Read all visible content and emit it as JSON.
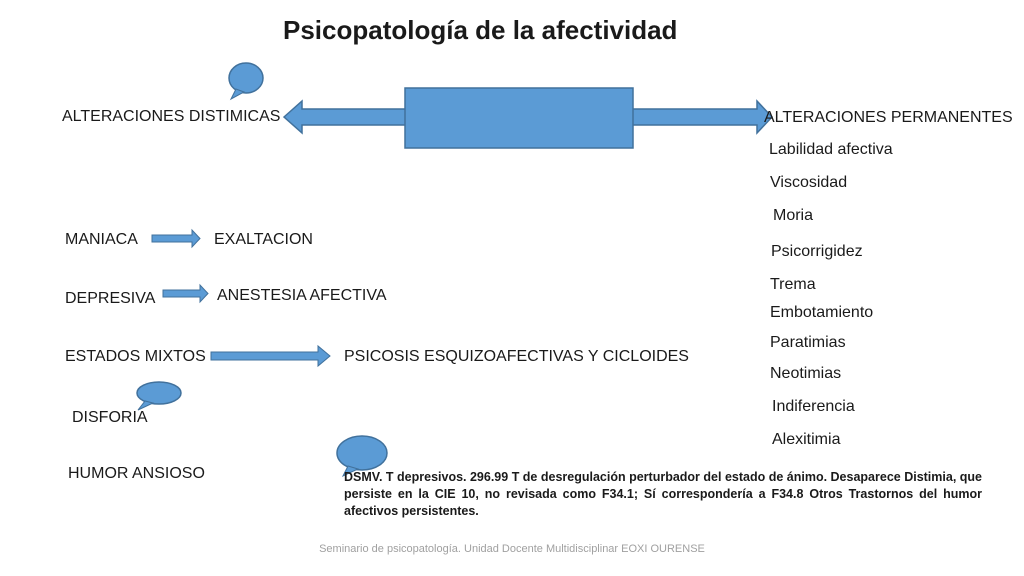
{
  "title": "Psicopatología de la afectividad",
  "left_header": "ALTERACIONES DISTIMICAS",
  "right_header": "ALTERACIONES PERMANENTES",
  "distimicas": {
    "maniaca": "MANIACA",
    "exaltacion": "EXALTACION",
    "depresiva": "DEPRESIVA",
    "anestesia": "ANESTESIA AFECTIVA",
    "mixtos": "ESTADOS MIXTOS",
    "psicosis": "PSICOSIS ESQUIZOAFECTIVAS Y CICLOIDES",
    "disforia": "DISFORIA",
    "ansioso": "HUMOR  ANSIOSO"
  },
  "permanentes": [
    "Labilidad afectiva",
    "Viscosidad",
    "Moria",
    "Psicorrigidez",
    "Trema",
    "Embotamiento",
    "Paratimias",
    "Neotimias",
    "Indiferencia",
    "Alexitimia"
  ],
  "note": "DSMV. T depresivos. 296.99 T de desregulación perturbador del estado de ánimo. Desaparece Distimia, que persiste en la CIE 10, no revisada como F34.1; Sí correspondería a F34.8 Otros Trastornos del humor afectivos persistentes.",
  "footer": "Seminario de psicopatología. Unidad Docente Multidisciplinar EOXI OURENSE",
  "colors": {
    "shape_fill": "#5b9bd5",
    "shape_stroke": "#41719c"
  }
}
